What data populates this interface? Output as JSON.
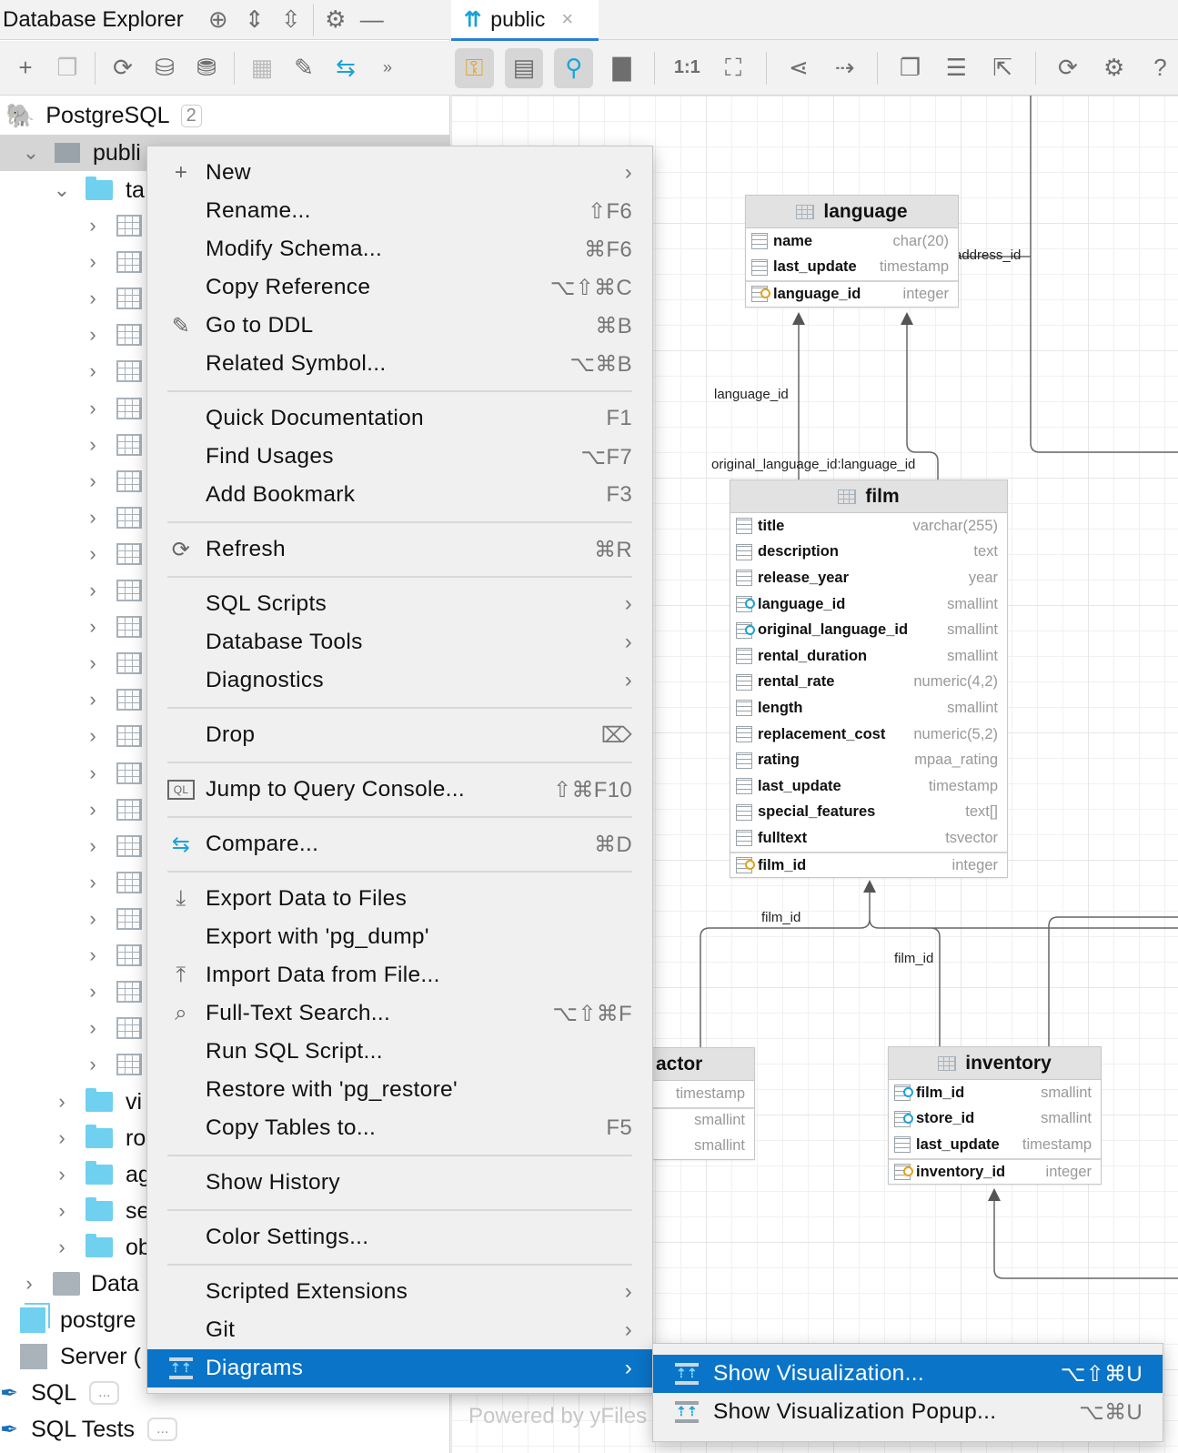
{
  "left_panel": {
    "title": "Database Explorer",
    "header_icons": [
      "add-circle-icon",
      "expand-all-icon",
      "collapse-all-icon",
      "gear-icon",
      "minimize-icon"
    ],
    "toolbar_icons": [
      "add-icon",
      "duplicate-icon",
      "refresh-icon",
      "data-source-properties-icon",
      "database-error-icon",
      "table-icon",
      "edit-icon",
      "compare-icon",
      "more-icon"
    ],
    "tree": {
      "root": {
        "label": "PostgreSQL",
        "badge": "2"
      },
      "schema": "publi",
      "tables_folder": "ta",
      "table_rows": 24,
      "folders": [
        "vi",
        "ro",
        "ag",
        "se",
        "ob"
      ],
      "data_folder": "Data",
      "postgres": "postgre",
      "server": "Server (",
      "sql": {
        "label": "SQL",
        "dots": "..."
      },
      "sql_tests": {
        "label": "SQL Tests",
        "dots": "..."
      }
    }
  },
  "tab": {
    "label": "public",
    "close": "×"
  },
  "diagram_toolbar_icons": [
    "key-columns-icon",
    "columns-icon",
    "key-icon",
    "comment-icon",
    "actual-size-icon",
    "fit-content-icon",
    "layout-icon",
    "route-edges-icon",
    "copy-icon",
    "align-icon",
    "export-icon",
    "refresh-icon",
    "gear-icon",
    "help-icon"
  ],
  "diagram": {
    "tables": {
      "language": {
        "name": "language",
        "columns": [
          {
            "name": "name",
            "type": "char(20)",
            "kind": "col"
          },
          {
            "name": "last_update",
            "type": "timestamp",
            "kind": "col"
          },
          {
            "name": "language_id",
            "type": "integer",
            "kind": "pk"
          }
        ]
      },
      "film": {
        "name": "film",
        "columns": [
          {
            "name": "title",
            "type": "varchar(255)",
            "kind": "col"
          },
          {
            "name": "description",
            "type": "text",
            "kind": "col"
          },
          {
            "name": "release_year",
            "type": "year",
            "kind": "col"
          },
          {
            "name": "language_id",
            "type": "smallint",
            "kind": "fk"
          },
          {
            "name": "original_language_id",
            "type": "smallint",
            "kind": "fk"
          },
          {
            "name": "rental_duration",
            "type": "smallint",
            "kind": "col"
          },
          {
            "name": "rental_rate",
            "type": "numeric(4,2)",
            "kind": "col"
          },
          {
            "name": "length",
            "type": "smallint",
            "kind": "col"
          },
          {
            "name": "replacement_cost",
            "type": "numeric(5,2)",
            "kind": "col"
          },
          {
            "name": "rating",
            "type": "mpaa_rating",
            "kind": "col"
          },
          {
            "name": "last_update",
            "type": "timestamp",
            "kind": "col"
          },
          {
            "name": "special_features",
            "type": "text[]",
            "kind": "col"
          },
          {
            "name": "fulltext",
            "type": "tsvector",
            "kind": "col"
          },
          {
            "name": "film_id",
            "type": "integer",
            "kind": "pk"
          }
        ]
      },
      "actor": {
        "name": "actor",
        "types": [
          "timestamp",
          "smallint",
          "smallint"
        ]
      },
      "inventory": {
        "name": "inventory",
        "columns": [
          {
            "name": "film_id",
            "type": "smallint",
            "kind": "fk"
          },
          {
            "name": "store_id",
            "type": "smallint",
            "kind": "fk"
          },
          {
            "name": "last_update",
            "type": "timestamp",
            "kind": "col"
          },
          {
            "name": "inventory_id",
            "type": "integer",
            "kind": "pk"
          }
        ]
      }
    },
    "edge_labels": {
      "address_id": "address_id",
      "language_id": "language_id",
      "original_language_id": "original_language_id:language_id",
      "film_id_1": "film_id",
      "film_id_2": "film_id"
    },
    "powered_by": "Powered by yFiles"
  },
  "context_menu": {
    "items": [
      {
        "label": "New",
        "arrow": "›",
        "icon": "plus-icon",
        "glyph": "+"
      },
      {
        "label": "Rename...",
        "shortcut": "⇧F6"
      },
      {
        "label": "Modify Schema...",
        "shortcut": "⌘F6"
      },
      {
        "label": "Copy Reference",
        "shortcut": "⌥⇧⌘C"
      },
      {
        "label": "Go to DDL",
        "shortcut": "⌘B",
        "icon": "edit-icon",
        "glyph": "✎"
      },
      {
        "label": "Related Symbol...",
        "shortcut": "⌥⌘B"
      },
      {
        "sep": true
      },
      {
        "label": "Quick Documentation",
        "shortcut": "F1"
      },
      {
        "label": "Find Usages",
        "shortcut": "⌥F7"
      },
      {
        "label": "Add Bookmark",
        "shortcut": "F3"
      },
      {
        "sep": true
      },
      {
        "label": "Refresh",
        "shortcut": "⌘R",
        "icon": "refresh-icon",
        "glyph": "⟳"
      },
      {
        "sep": true
      },
      {
        "label": "SQL Scripts",
        "arrow": "›"
      },
      {
        "label": "Database Tools",
        "arrow": "›"
      },
      {
        "label": "Diagnostics",
        "arrow": "›"
      },
      {
        "sep": true
      },
      {
        "label": "Drop",
        "shortcut": "⌦"
      },
      {
        "sep": true
      },
      {
        "label": "Jump to Query Console...",
        "shortcut": "⇧⌘F10",
        "icon": "query-console-icon",
        "glyph": "QL"
      },
      {
        "sep": true
      },
      {
        "label": "Compare...",
        "shortcut": "⌘D",
        "icon": "compare-icon",
        "glyph": "⇆"
      },
      {
        "sep": true
      },
      {
        "label": "Export Data to Files",
        "icon": "download-icon",
        "glyph": "⤓"
      },
      {
        "label": "Export with 'pg_dump'"
      },
      {
        "label": "Import Data from File...",
        "icon": "upload-icon",
        "glyph": "⤒"
      },
      {
        "label": "Full-Text Search...",
        "shortcut": "⌥⇧⌘F",
        "icon": "search-icon",
        "glyph": "⌕"
      },
      {
        "label": "Run SQL Script..."
      },
      {
        "label": "Restore with 'pg_restore'"
      },
      {
        "label": "Copy Tables to...",
        "shortcut": "F5"
      },
      {
        "sep": true
      },
      {
        "label": "Show History"
      },
      {
        "sep": true
      },
      {
        "label": "Color Settings..."
      },
      {
        "sep": true
      },
      {
        "label": "Scripted Extensions",
        "arrow": "›"
      },
      {
        "label": "Git",
        "arrow": "›"
      },
      {
        "label": "Diagrams",
        "arrow": "›",
        "icon": "diagram-icon",
        "selected": true
      }
    ]
  },
  "submenu": {
    "items": [
      {
        "label": "Show Visualization...",
        "shortcut": "⌥⇧⌘U",
        "selected": true
      },
      {
        "label": "Show Visualization Popup...",
        "shortcut": "⌥⌘U"
      }
    ]
  },
  "colors": {
    "accent": "#0a74c8",
    "tab_underline": "#2a7fd4",
    "folder": "#6fd0ef",
    "fk_key": "#1aa3d9",
    "pk_key": "#e3a21a"
  }
}
